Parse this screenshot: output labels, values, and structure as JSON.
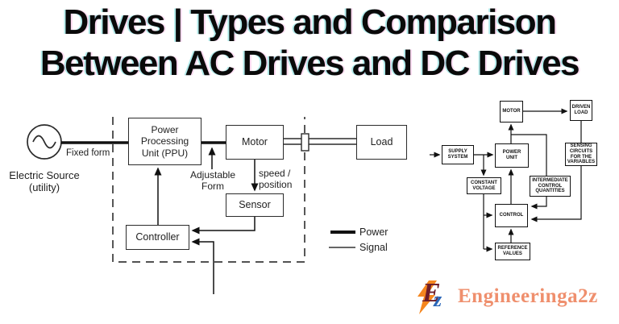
{
  "title": {
    "line1": "Drives | Types and Comparison",
    "line2": "Between AC Drives and DC Drives",
    "color": "#0a0a0a"
  },
  "main_diagram": {
    "source_label": "Electric Source\n(utility)",
    "fixed_form_label": "Fixed form",
    "adjustable_form_label": "Adjustable\nForm",
    "speed_position_label": "speed /\nposition",
    "boxes": {
      "ppu": "Power\nProcessing\nUnit (PPU)",
      "motor": "Motor",
      "load": "Load",
      "sensor": "Sensor",
      "controller": "Controller"
    },
    "legend": {
      "power": "Power",
      "signal": "Signal"
    }
  },
  "secondary_diagram": {
    "boxes": {
      "supply_system": "SUPPLY\nSYSTEM",
      "power_unit": "POWER\nUNIT",
      "motor": "MOTOR",
      "driven_load": "DRIVEN\nLOAD",
      "sensing_circuits": "SENSING\nCIRCUITS\nFOR THE\nVARIABLES",
      "constant_voltage": "CONSTANT\nVOLTAGE",
      "intermediate": "INTERMEDIATE\nCONTROL\nQUANTITIES",
      "control": "CONTROL",
      "reference_values": "REFERENCE\nVALUES"
    }
  },
  "branding": {
    "name": "Engineeringa2z",
    "icon_letter_e": "E",
    "icon_letter_z": "z",
    "text_color": "#ef8f6d",
    "bolt_color": "#f5861f",
    "e_color": "#6e1d2a",
    "z_color": "#2a66b8"
  }
}
